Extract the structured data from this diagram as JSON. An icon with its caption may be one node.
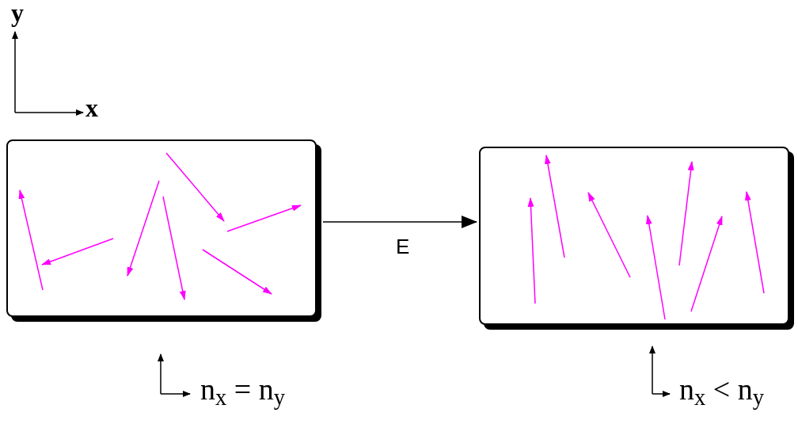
{
  "diagram": {
    "nodes": [
      {
        "text": [],
        "shape": "box"
      },
      {
        "text": [],
        "shape": "box"
      }
    ],
    "edges": [
      {
        "from": 0,
        "to": 1,
        "arrow": "to",
        "label": "E"
      }
    ],
    "labels": [
      "y",
      "x",
      "n$_{x}$ = n$_{y}$",
      "n$_{x}$ < n$_{y}$"
    ]
  }
}
